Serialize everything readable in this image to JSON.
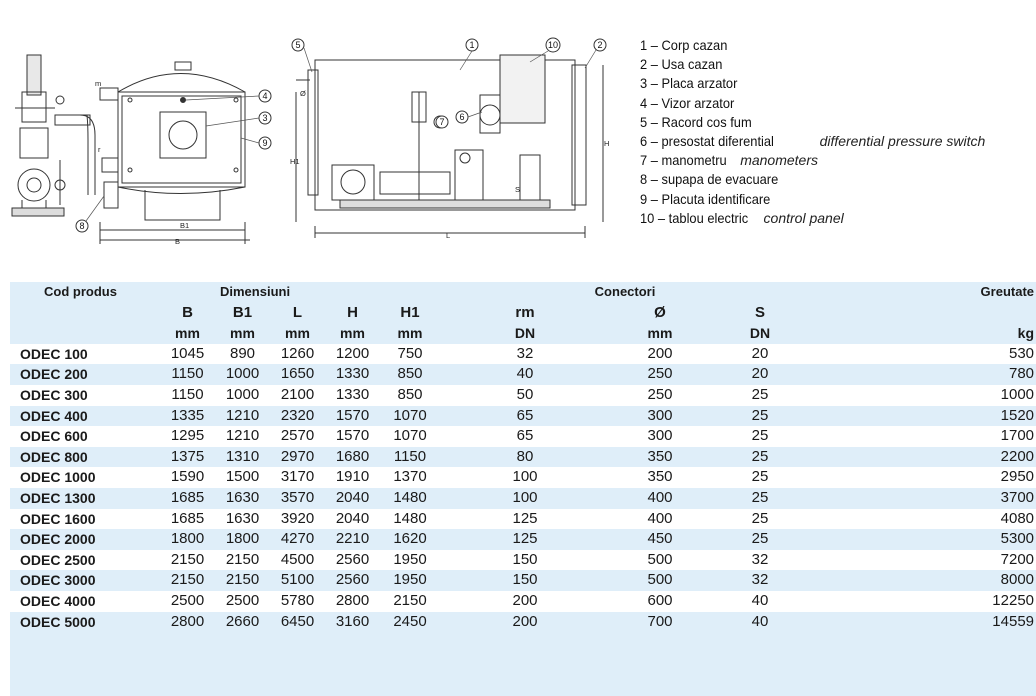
{
  "drawing": {
    "callouts": [
      "1",
      "2",
      "3",
      "4",
      "5",
      "6",
      "7",
      "8",
      "9",
      "10"
    ],
    "dimension_labels": [
      "m",
      "Ø",
      "r",
      "B1",
      "B",
      "H1",
      "H",
      "L",
      "S"
    ]
  },
  "legend": [
    {
      "num": "1",
      "ro": "Corp cazan",
      "en": ""
    },
    {
      "num": "2",
      "ro": "Usa cazan",
      "en": ""
    },
    {
      "num": "3",
      "ro": "Placa arzator",
      "en": ""
    },
    {
      "num": "4",
      "ro": "Vizor arzator",
      "en": ""
    },
    {
      "num": "5",
      "ro": "Racord cos fum",
      "en": ""
    },
    {
      "num": "6",
      "ro": "presostat diferential",
      "en": "differential pressure switch"
    },
    {
      "num": "7",
      "ro": "manometru",
      "en": "manometers"
    },
    {
      "num": "8",
      "ro": "supapa de evacuare",
      "en": ""
    },
    {
      "num": "9",
      "ro": "Placuta identificare",
      "en": ""
    },
    {
      "num": "10",
      "ro": "tablou electric",
      "en": "control panel"
    }
  ],
  "table": {
    "group_headers": {
      "code": "Cod produs",
      "dims": "Dimensiuni",
      "conn": "Conectori",
      "weight": "Greutate"
    },
    "symbols": [
      "",
      "B",
      "B1",
      "L",
      "H",
      "H1",
      "rm",
      "Ø",
      "S",
      ""
    ],
    "units": [
      "",
      "mm",
      "mm",
      "mm",
      "mm",
      "mm",
      "DN",
      "mm",
      "DN",
      "kg"
    ],
    "rows": [
      [
        "ODEC 100",
        "1045",
        "890",
        "1260",
        "1200",
        "750",
        "32",
        "200",
        "20",
        "530"
      ],
      [
        "ODEC 200",
        "1150",
        "1000",
        "1650",
        "1330",
        "850",
        "40",
        "250",
        "20",
        "780"
      ],
      [
        "ODEC 300",
        "1150",
        "1000",
        "2100",
        "1330",
        "850",
        "50",
        "250",
        "25",
        "1000"
      ],
      [
        "ODEC 400",
        "1335",
        "1210",
        "2320",
        "1570",
        "1070",
        "65",
        "300",
        "25",
        "1520"
      ],
      [
        "ODEC 600",
        "1295",
        "1210",
        "2570",
        "1570",
        "1070",
        "65",
        "300",
        "25",
        "1700"
      ],
      [
        "ODEC 800",
        "1375",
        "1310",
        "2970",
        "1680",
        "1150",
        "80",
        "350",
        "25",
        "2200"
      ],
      [
        "ODEC 1000",
        "1590",
        "1500",
        "3170",
        "1910",
        "1370",
        "100",
        "350",
        "25",
        "2950"
      ],
      [
        "ODEC 1300",
        "1685",
        "1630",
        "3570",
        "2040",
        "1480",
        "100",
        "400",
        "25",
        "3700"
      ],
      [
        "ODEC 1600",
        "1685",
        "1630",
        "3920",
        "2040",
        "1480",
        "125",
        "400",
        "25",
        "4080"
      ],
      [
        "ODEC 2000",
        "1800",
        "1800",
        "4270",
        "2210",
        "1620",
        "125",
        "450",
        "25",
        "5300"
      ],
      [
        "ODEC 2500",
        "2150",
        "2150",
        "4500",
        "2560",
        "1950",
        "150",
        "500",
        "32",
        "7200"
      ],
      [
        "ODEC 3000",
        "2150",
        "2150",
        "5100",
        "2560",
        "1950",
        "150",
        "500",
        "32",
        "8000"
      ],
      [
        "ODEC 4000",
        "2500",
        "2500",
        "5780",
        "2800",
        "2150",
        "200",
        "600",
        "40",
        "12250"
      ],
      [
        "ODEC 5000",
        "2800",
        "2660",
        "6450",
        "3160",
        "2450",
        "200",
        "700",
        "40",
        "14559"
      ]
    ]
  }
}
